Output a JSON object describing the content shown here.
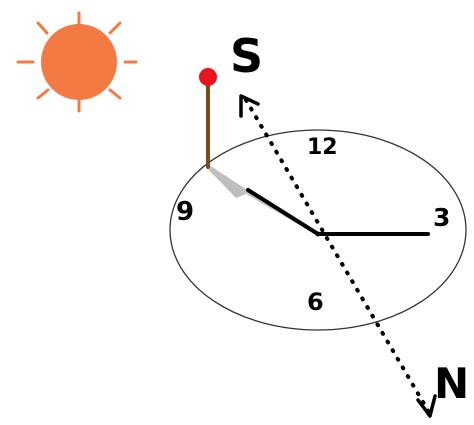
{
  "diagram": {
    "labels": {
      "south": "S",
      "north": "N",
      "twelve": "12",
      "three": "3",
      "six": "6",
      "nine": "9"
    }
  },
  "colors": {
    "sun_fill": "#F47A44",
    "sun_rays": "#F47A44",
    "stick": "#7B4A1E",
    "stick_tip": "#E8141E",
    "clock_outline": "#333333",
    "shadow": "#BDBDBD",
    "hands": "#000000",
    "arrow": "#000000"
  },
  "icons": {
    "sun": "sun-icon",
    "stick": "gnomon-stick",
    "clock": "clock-face"
  }
}
